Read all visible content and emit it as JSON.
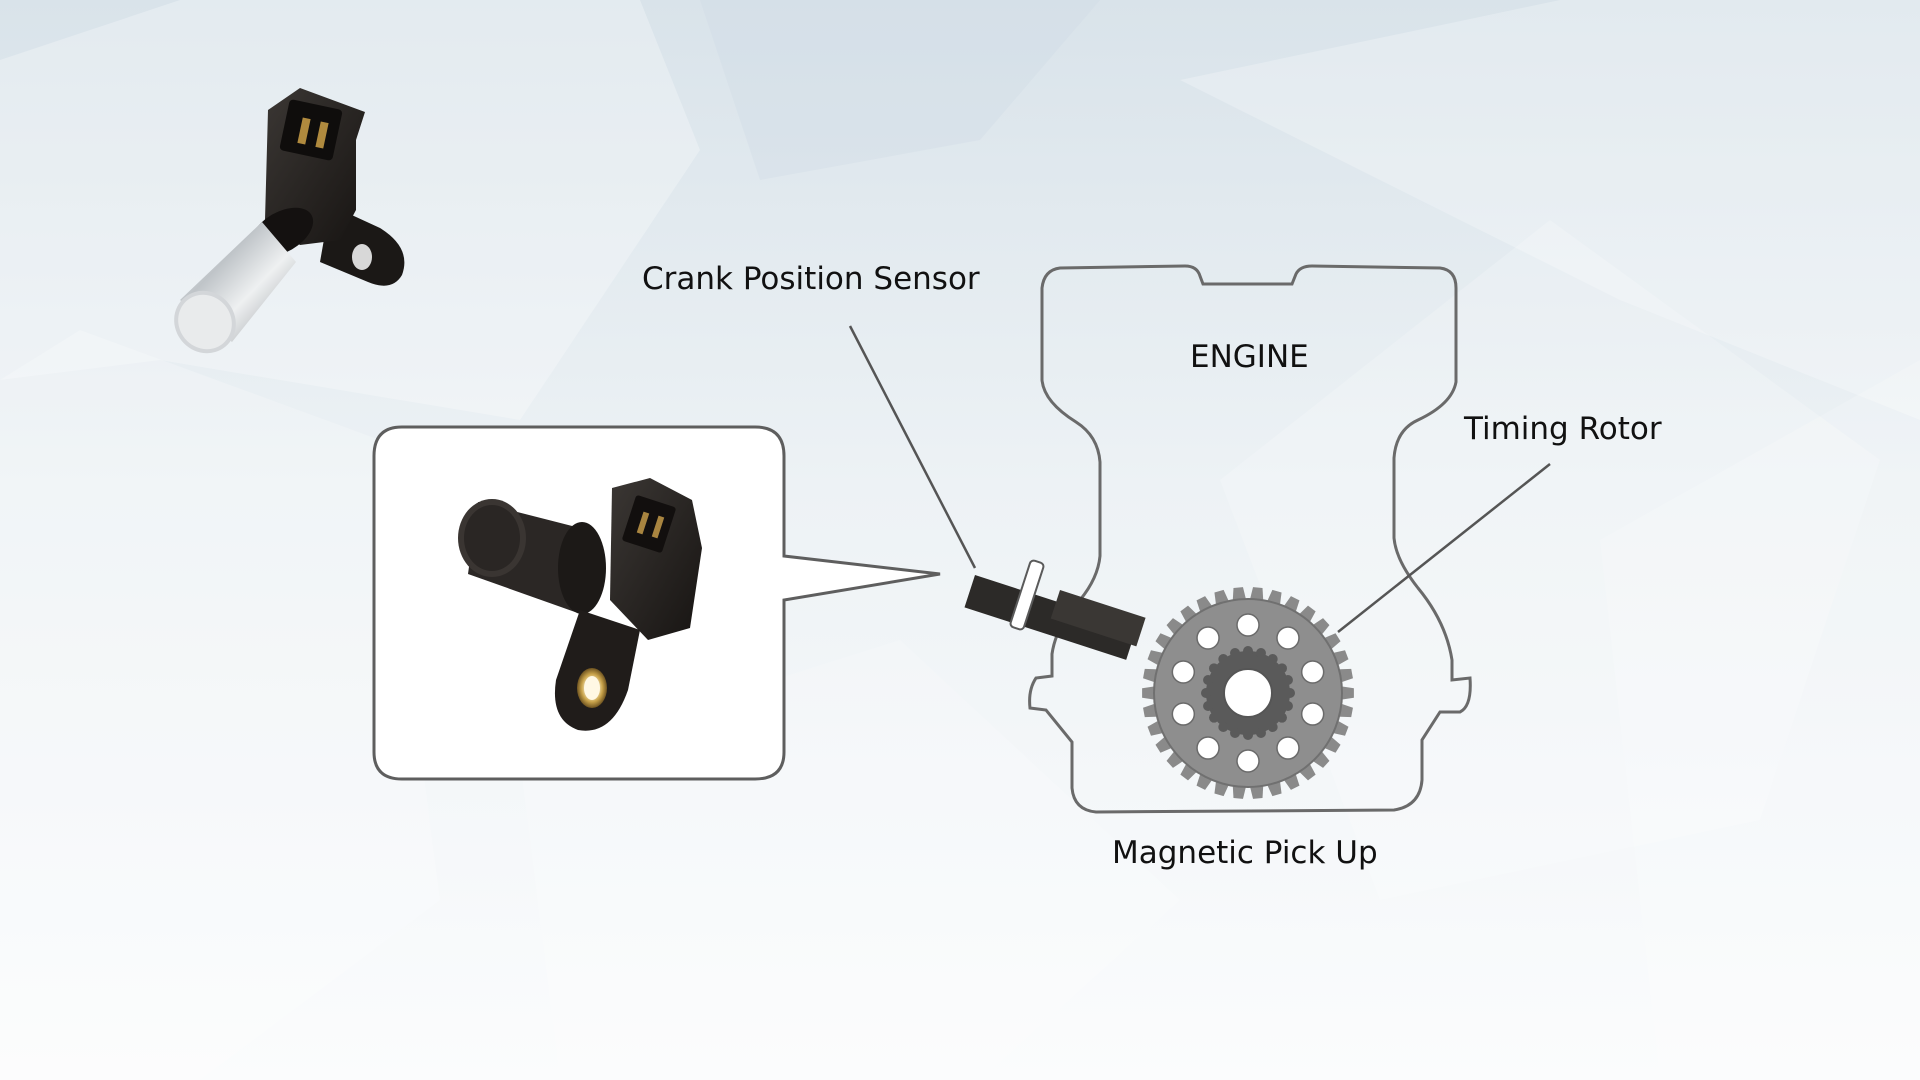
{
  "labels": {
    "crank_position_sensor": "Crank Position Sensor",
    "engine": "ENGINE",
    "timing_rotor": "Timing Rotor",
    "magnetic_pick_up": "Magnetic Pick Up"
  },
  "colors": {
    "background_top": "#dbe5ec",
    "background_bottom": "#fbfcfd",
    "outline": "#6e6e6e",
    "rotor": "#8c8c8c",
    "sensor_body": "#2a2624",
    "chrome": "#c9cdd0"
  },
  "icons": {
    "sensor_photo_top": "crank-sensor-chrome-tip",
    "sensor_photo_callout": "crank-sensor-black",
    "rotor": "toothed-timing-rotor"
  }
}
